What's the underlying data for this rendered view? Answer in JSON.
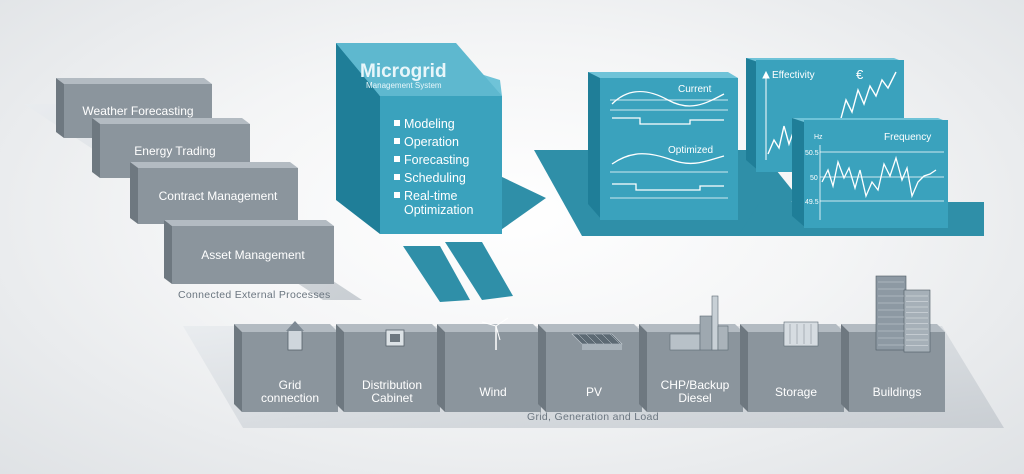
{
  "external": {
    "caption": "Connected External Processes",
    "items": [
      "Weather Forecasting",
      "Energy Trading",
      "Contract Management",
      "Asset Management"
    ]
  },
  "microgrid": {
    "title": "Microgrid",
    "subtitle": "Management System",
    "items": [
      "Modeling",
      "Operation",
      "Forecasting",
      "Scheduling",
      "Real-time",
      "Optimization"
    ]
  },
  "charts": {
    "current": "Current",
    "optimized": "Optimized",
    "effectivity": "Effectivity",
    "euro": "€",
    "frequency": "Frequency",
    "hz": "Hz",
    "ticks": [
      "50.5",
      "50",
      "49.5"
    ]
  },
  "grid": {
    "caption": "Grid, Generation and Load",
    "blocks": [
      [
        "Grid",
        "connection"
      ],
      [
        "Distribution",
        "Cabinet"
      ],
      [
        "Wind"
      ],
      [
        "PV"
      ],
      [
        "CHP/Backup",
        "Diesel"
      ],
      [
        "Storage"
      ],
      [
        "Buildings"
      ]
    ]
  },
  "colors": {
    "gray_front": "#8b959d",
    "gray_top": "#b3bbc2",
    "gray_side": "#6e7880",
    "teal_front": "#3aa2bd",
    "teal_top": "#6fc3d8",
    "teal_side": "#1f7e98",
    "teal_shadow": "#2f8fa8"
  }
}
